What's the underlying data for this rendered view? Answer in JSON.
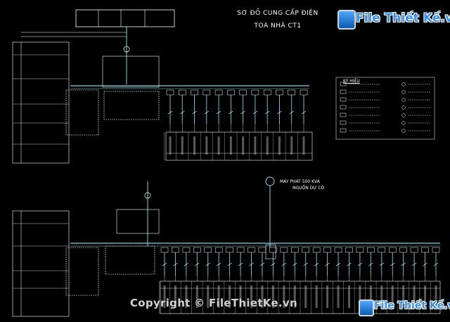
{
  "title_line1": "SƠ ĐỒ CUNG CẤP ĐIỆN",
  "title_line2": "TOÀ NHÀ CT1",
  "generator_line1": "MÁY PHÁT 500 KVA",
  "generator_line2": "NGUỒN DỰ CÓ",
  "legend_heading": "KÝ HIỆU",
  "watermark_logo": "File Thiết Kế.vn",
  "watermark_copyright": "Copyright © FileThietKe.vn",
  "colors": {
    "background": "#000000",
    "busbar": "#7fd3e8",
    "wire": "#ffffff",
    "box_frame": "#ffffff",
    "logo_blue": "#3a8ee6"
  }
}
